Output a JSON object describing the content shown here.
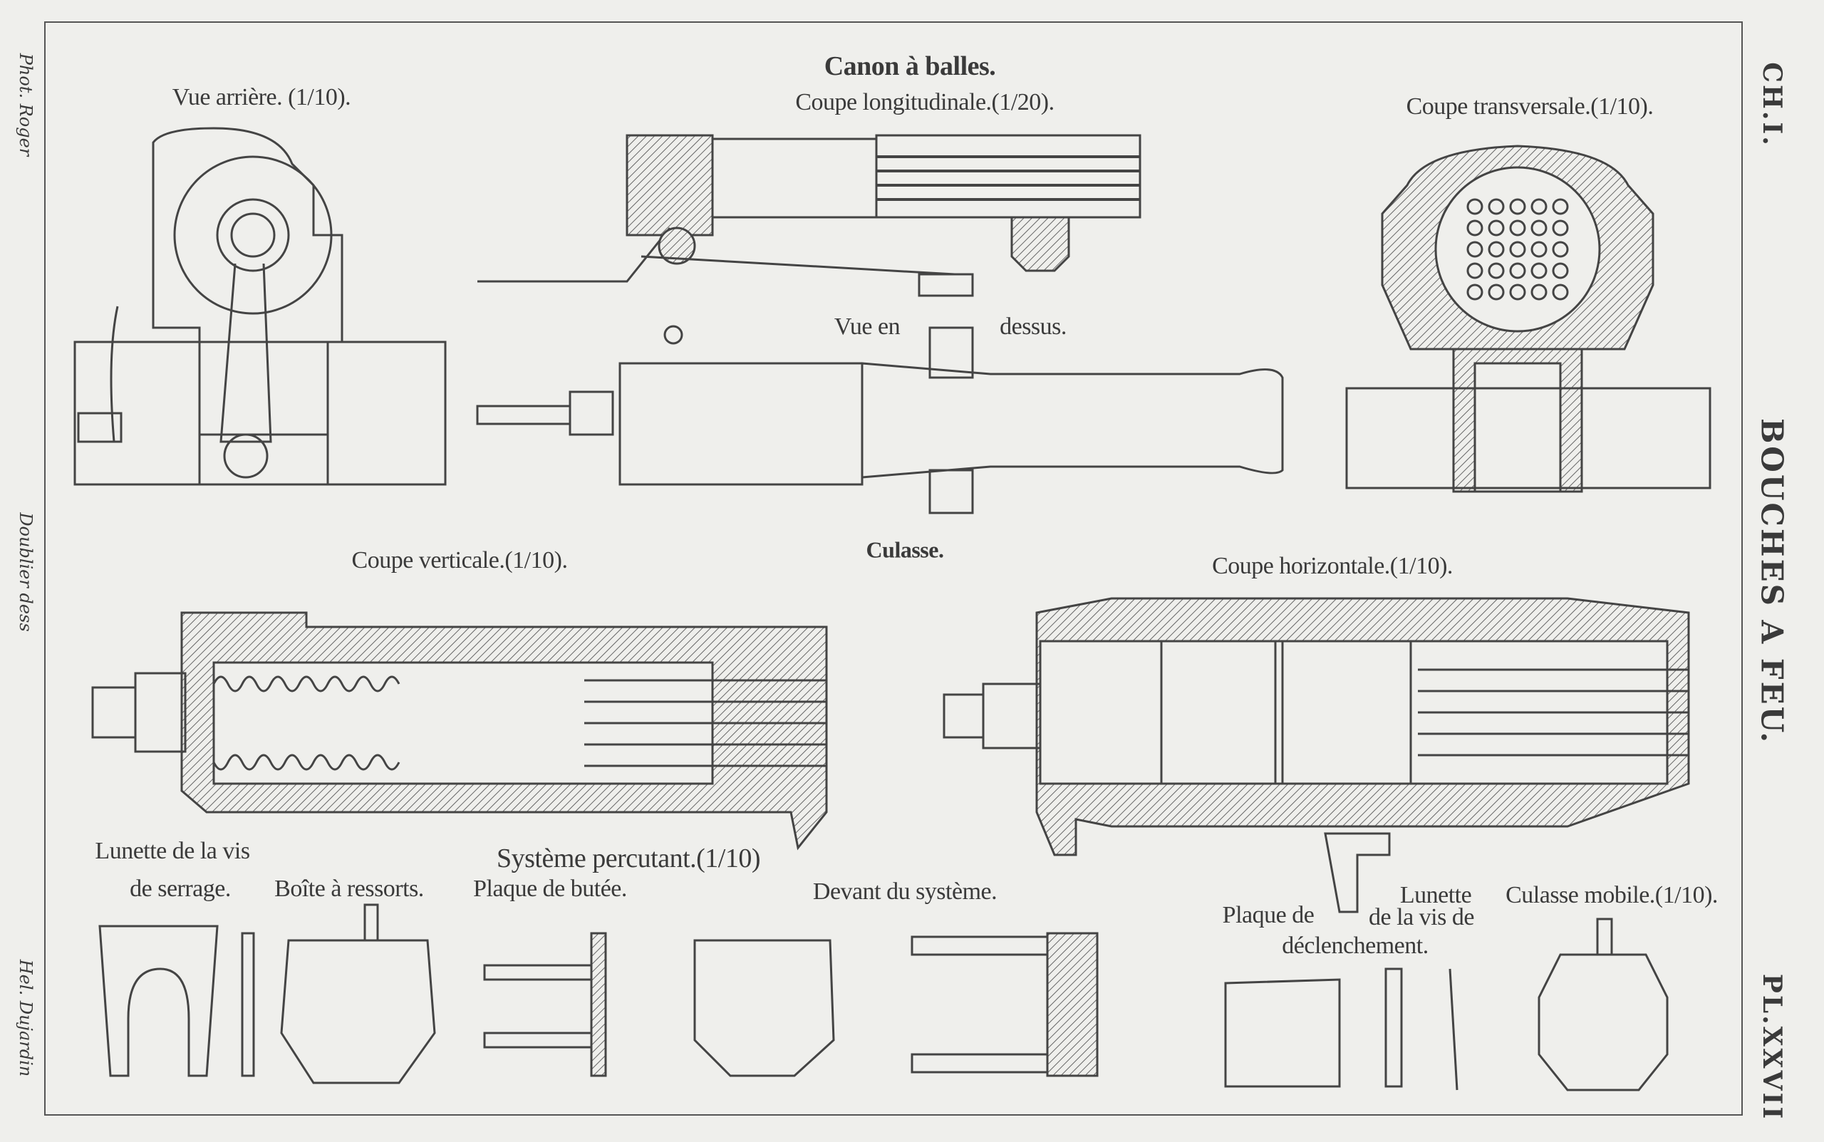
{
  "plate": {
    "title": "Canon à balles.",
    "chapter": "CH.I.",
    "section": "BOUCHES A FEU.",
    "plate_number": "PL.XXVII",
    "credits": {
      "photo": "Phot. Roger",
      "drawer": "Doublier dess",
      "engraver": "Hel. Dujardin"
    }
  },
  "labels": {
    "rear_view": "Vue arrière. (1/10).",
    "longitudinal_section": "Coupe longitudinale.(1/20).",
    "transverse_section": "Coupe transversale.(1/10).",
    "top_view_a": "Vue en",
    "top_view_b": "dessus.",
    "vertical_section": "Coupe verticale.(1/10).",
    "breech": "Culasse.",
    "horizontal_section": "Coupe horizontale.(1/10).",
    "clamp_screw_ring_a": "Lunette de la vis",
    "clamp_screw_ring_b": "de serrage.",
    "spring_box": "Boîte à ressorts.",
    "stop_plate": "Plaque de butée.",
    "firing_system": "Système percutant.(1/10)",
    "system_front": "Devant du système.",
    "release_plate": "Plaque de",
    "release_ring_a": "Lunette",
    "release_ring_b": "de la vis de",
    "release": "déclenchement.",
    "mobile_breech": "Culasse mobile.(1/10)."
  }
}
